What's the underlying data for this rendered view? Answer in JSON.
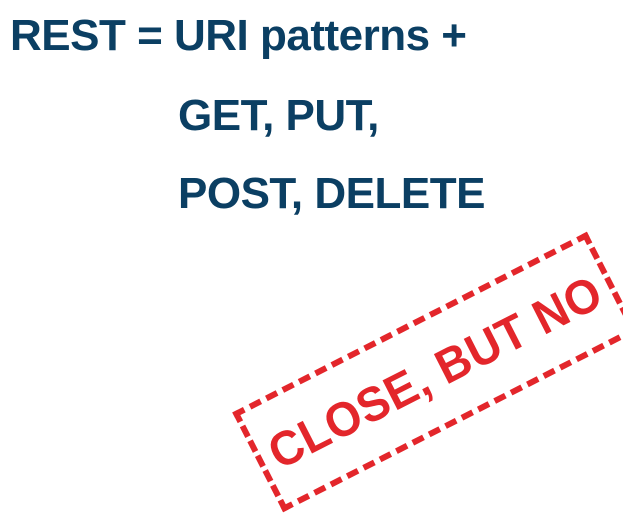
{
  "heading": {
    "line1": "REST = URI patterns +",
    "line2": "GET, PUT,",
    "line3": "POST, DELETE"
  },
  "stamp": {
    "text": "CLOSE, BUT NO"
  },
  "colors": {
    "heading": "#0b3f63",
    "stamp": "#e3262b",
    "background": "#ffffff"
  }
}
